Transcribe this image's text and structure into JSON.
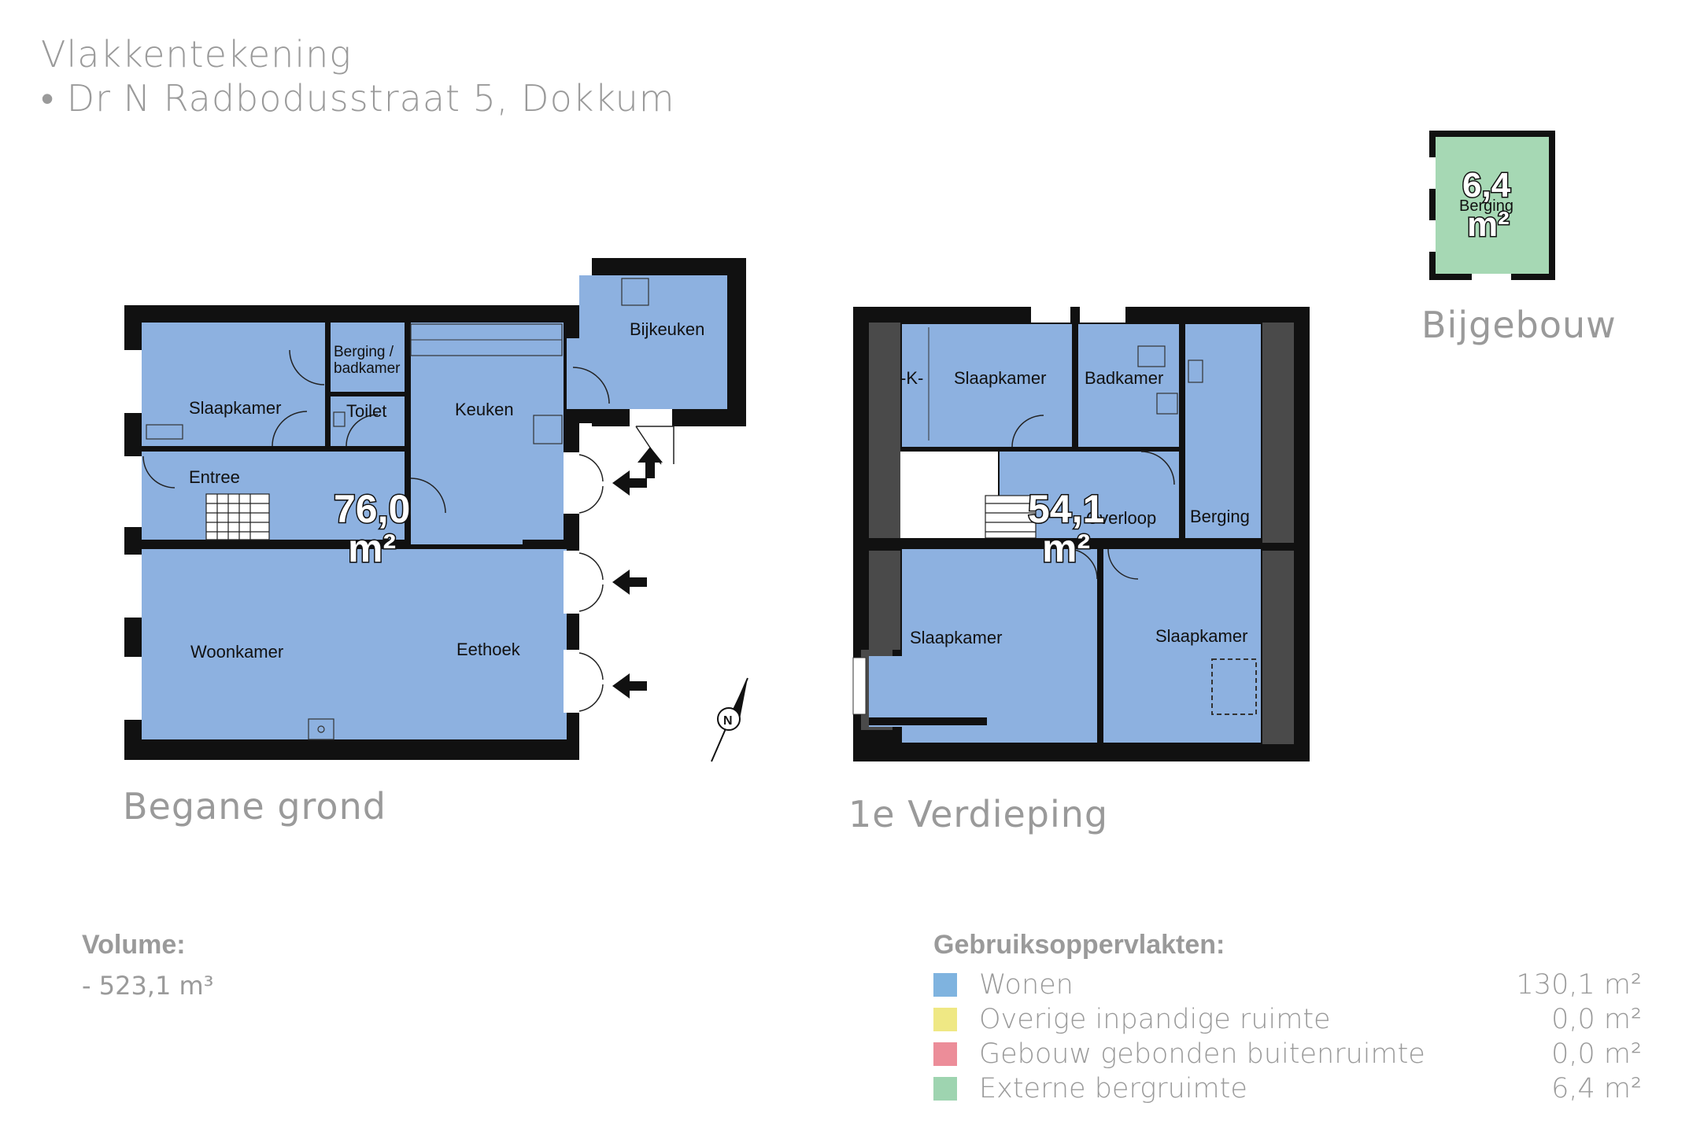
{
  "header": {
    "title": "Vlakkentekening",
    "address": "• Dr N Radbodusstraat 5, Dokkum"
  },
  "floors": {
    "ground": {
      "label": "Begane grond",
      "area_number": "76,0",
      "area_unit": "m²",
      "rooms": {
        "slaapkamer": "Slaapkamer",
        "berging_line1": "Berging /",
        "berging_line2": "badkamer",
        "toilet": "Toilet",
        "keuken": "Keuken",
        "bijkeuken": "Bijkeuken",
        "entree": "Entree",
        "woonkamer": "Woonkamer",
        "eethoek": "Eethoek"
      }
    },
    "first": {
      "label": "1e Verdieping",
      "area_number": "54,1",
      "area_unit": "m²",
      "rooms": {
        "k": "-K-",
        "slaapkamer_top": "Slaapkamer",
        "badkamer": "Badkamer",
        "overloop": "Overloop",
        "berging": "Berging",
        "slaapkamer_left": "Slaapkamer",
        "slaapkamer_right": "Slaapkamer"
      }
    },
    "annex": {
      "label": "Bijgebouw",
      "area_number": "6,4",
      "area_unit": "m²",
      "room": "Berging"
    }
  },
  "volume": {
    "heading": "Volume:",
    "value": "- 523,1 m³"
  },
  "usage": {
    "heading": "Gebruiksoppervlakten:",
    "items": [
      {
        "label": "Wonen",
        "value": "130,1 m²",
        "color": "#7fb3df"
      },
      {
        "label": "Overige inpandige ruimte",
        "value": "0,0 m²",
        "color": "#efe884"
      },
      {
        "label": "Gebouw gebonden buitenruimte",
        "value": "0,0 m²",
        "color": "#ec8d99"
      },
      {
        "label": "Externe bergruimte",
        "value": "6,4 m²",
        "color": "#9ed4b0"
      }
    ]
  },
  "colors": {
    "living": "#8db1e0",
    "storage": "#a6d8b4",
    "wall": "#111111",
    "roof_slope": "#4a4a4a"
  },
  "icons": {
    "north": "north-arrow-icon",
    "entrance": "arrow-icon"
  }
}
